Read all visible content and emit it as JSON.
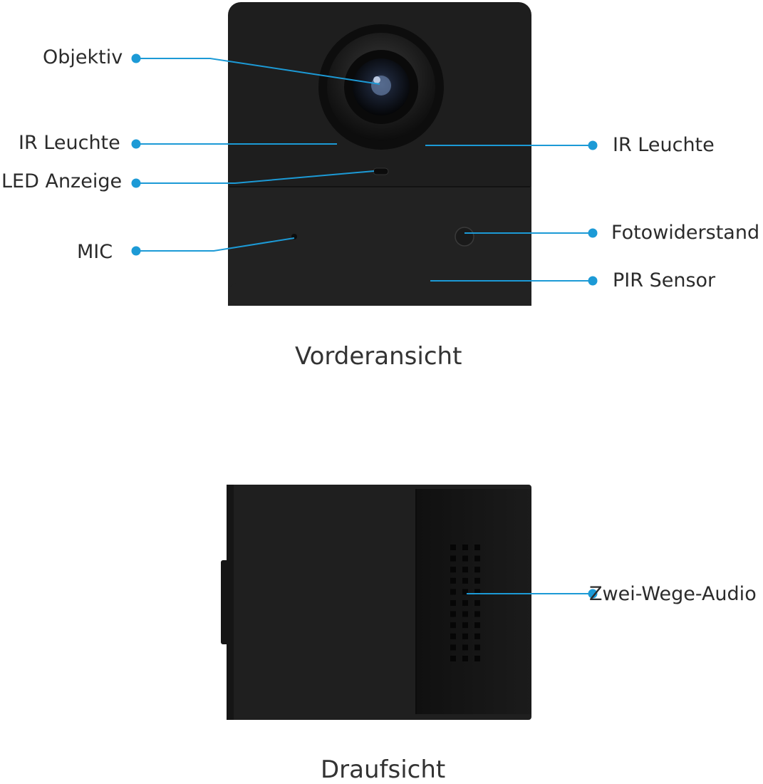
{
  "front": {
    "caption": "Vorderansicht",
    "labels": {
      "objektiv": "Objektiv",
      "ir_left": "IR Leuchte",
      "led": "LED Anzeige",
      "mic": "MIC",
      "ir_right": "IR Leuchte",
      "foto": "Fotowiderstand",
      "pir": "PIR Sensor"
    }
  },
  "top": {
    "caption": "Draufsicht",
    "labels": {
      "audio": "Zwei-Wege-Audio"
    }
  },
  "colors": {
    "callout": "#1c9ad6",
    "device": "#1e1e1e"
  }
}
